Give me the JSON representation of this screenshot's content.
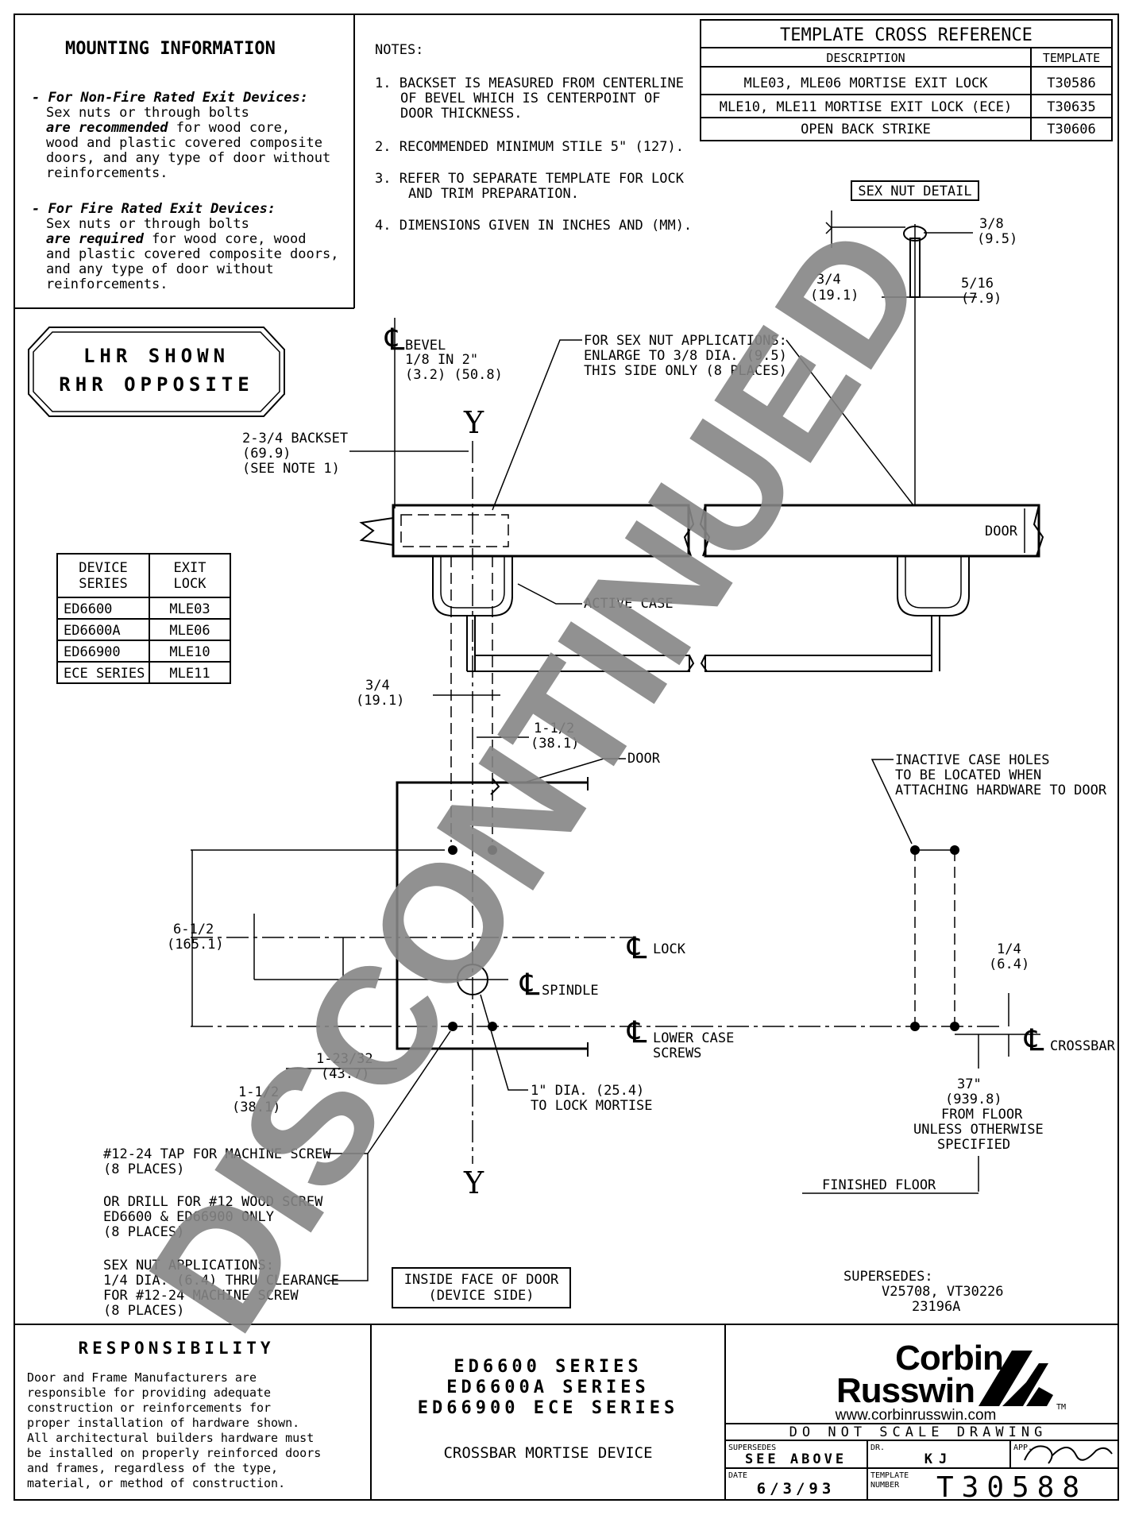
{
  "mounting": {
    "title": "MOUNTING INFORMATION",
    "nonfire_head": "- For Non-Fire Rated Exit Devices:",
    "nonfire_l1": "Sex nuts or through bolts",
    "nonfire_l2_em": "are recommended",
    "nonfire_l2_rest": " for wood core,",
    "nonfire_l3": "wood and plastic covered composite",
    "nonfire_l4": "doors, and any type of door without",
    "nonfire_l5": "reinforcements.",
    "fire_head": "- For Fire Rated Exit Devices:",
    "fire_l1": "Sex nuts or through bolts",
    "fire_l2_em": "are required",
    "fire_l2_rest": " for wood core, wood",
    "fire_l3": "and plastic covered composite doors,",
    "fire_l4": "and any type of door without",
    "fire_l5": "reinforcements."
  },
  "notes": {
    "title": "NOTES:",
    "n1_l1": "1. BACKSET IS MEASURED FROM CENTERLINE",
    "n1_l2": "OF BEVEL WHICH IS CENTERPOINT OF",
    "n1_l3": "DOOR THICKNESS.",
    "n2": "2.  RECOMMENDED MINIMUM STILE 5\" (127).",
    "n3_l1": "3.  REFER TO SEPARATE TEMPLATE FOR LOCK",
    "n3_l2": "AND TRIM PREPARATION.",
    "n4": "4.  DIMENSIONS GIVEN IN INCHES AND (MM)."
  },
  "xref": {
    "title": "TEMPLATE CROSS REFERENCE",
    "col_desc": "DESCRIPTION",
    "col_tmpl": "TEMPLATE",
    "rows": [
      {
        "desc": "MLE03, MLE06 MORTISE EXIT LOCK",
        "tmpl": "T30586"
      },
      {
        "desc": "MLE10, MLE11 MORTISE EXIT LOCK (ECE)",
        "tmpl": "T30635"
      },
      {
        "desc": "OPEN BACK STRIKE",
        "tmpl": "T30606"
      }
    ]
  },
  "hand": {
    "l1": "LHR SHOWN",
    "l2": "RHR OPPOSITE"
  },
  "series": {
    "h1": "DEVICE",
    "h1b": "SERIES",
    "h2": "EXIT",
    "h2b": "LOCK",
    "rows": [
      {
        "a": "ED6600",
        "b": "MLE03"
      },
      {
        "a": "ED6600A",
        "b": "MLE06"
      },
      {
        "a": "ED66900",
        "b": "MLE10"
      },
      {
        "a": "ECE SERIES",
        "b": "MLE11"
      }
    ]
  },
  "labels": {
    "sexnut_detail": "SEX NUT DETAIL",
    "d38": "3/8",
    "d38mm": "(9.5)",
    "d34a": "3/4",
    "d34amm": "(19.1)",
    "d516": "5/16",
    "d516mm": "(7.9)",
    "bevel": "BEVEL",
    "bevel_l2": "1/8 IN 2\"",
    "bevel_l3": "(3.2) (50.8)",
    "sexnut_l1": "FOR SEX NUT APPLICATIONS:",
    "sexnut_l2": "ENLARGE TO 3/8 DIA. (9.5)",
    "sexnut_l3": "THIS SIDE ONLY (8 PLACES)",
    "backset_l1": "2-3/4 BACKSET",
    "backset_l2": "(69.9)",
    "backset_l3": "(SEE NOTE 1)",
    "y": "Y",
    "door": "DOOR",
    "active_case": "ACTIVE CASE",
    "d34b": "3/4",
    "d34bmm": "(19.1)",
    "d112a": "1-1/2",
    "d112amm": "(38.1)",
    "door2": "DOOR",
    "inactive_l1": "INACTIVE CASE HOLES",
    "inactive_l2": "TO BE LOCATED WHEN",
    "inactive_l3": "ATTACHING HARDWARE TO DOOR",
    "d612": "6-1/2",
    "d612mm": "(165.1)",
    "cl_lock": "LOCK",
    "cl_spindle": "SPINDLE",
    "cl_lower_l1": "LOWER CASE",
    "cl_lower_l2": "SCREWS",
    "d14": "1/4",
    "d14mm": "(6.4)",
    "cl_crossbar": "CROSSBAR",
    "d12332": "1-23/32",
    "d12332mm": "(43.7)",
    "d112b": "1-1/2",
    "d112bmm": "(38.1)",
    "dia_l1": "1\" DIA. (25.4)",
    "dia_l2": "TO LOCK MORTISE",
    "d37": "37\"",
    "d37mm": "(939.8)",
    "floor_l1": "FROM FLOOR",
    "floor_l2": "UNLESS OTHERWISE",
    "floor_l3": "SPECIFIED",
    "finished_floor": "FINISHED FLOOR",
    "tap_l1": "#12-24 TAP FOR MACHINE SCREW",
    "tap_l2": "(8 PLACES)",
    "drill_l1": "OR DRILL FOR #12 WOOD SCREW",
    "drill_l2": "ED6600 & ED66900 ONLY",
    "drill_l3": "(8 PLACES)",
    "sna_l1": "SEX NUT APPLICATIONS:",
    "sna_l2": "1/4 DIA. (6.4) THRU CLEARANCE",
    "sna_l3": "FOR #12-24 MACHINE SCREW",
    "sna_l4": "(8 PLACES)",
    "inside_l1": "INSIDE FACE OF DOOR",
    "inside_l2": "(DEVICE SIDE)",
    "supersedes_l1": "SUPERSEDES:",
    "supersedes_l2": "V25708, VT30226",
    "supersedes_l3": "23196A"
  },
  "watermark": "DISCONTINUED",
  "responsibility": {
    "title": "RESPONSIBILITY",
    "l1": "Door and Frame Manufacturers are",
    "l2": "responsible for providing adequate",
    "l3": "construction or reinforcements for",
    "l4": "proper installation of hardware shown.",
    "l5": "All architectural builders hardware must",
    "l6": "be installed on properly reinforced doors",
    "l7": "and frames, regardless of the type,",
    "l8": "material, or method of construction."
  },
  "title_block": {
    "s1": "ED6600 SERIES",
    "s2": "ED6600A SERIES",
    "s3": "ED66900 ECE SERIES",
    "device": "CROSSBAR MORTISE DEVICE"
  },
  "brand": {
    "l1": "Corbin",
    "l2": "Russwin",
    "tm": "TM",
    "url": "www.corbinrusswin.com",
    "dns": "DO NOT SCALE DRAWING",
    "supersedes_lbl": "SUPERSEDES",
    "supersedes_val": "SEE ABOVE",
    "dr_lbl": "DR.",
    "dr_val": "KJ",
    "app_lbl": "APP.",
    "date_lbl": "DATE",
    "date_val": "6/3/93",
    "tmpl_lbl1": "TEMPLATE",
    "tmpl_lbl2": "NUMBER",
    "tmpl_val": "T30588"
  }
}
